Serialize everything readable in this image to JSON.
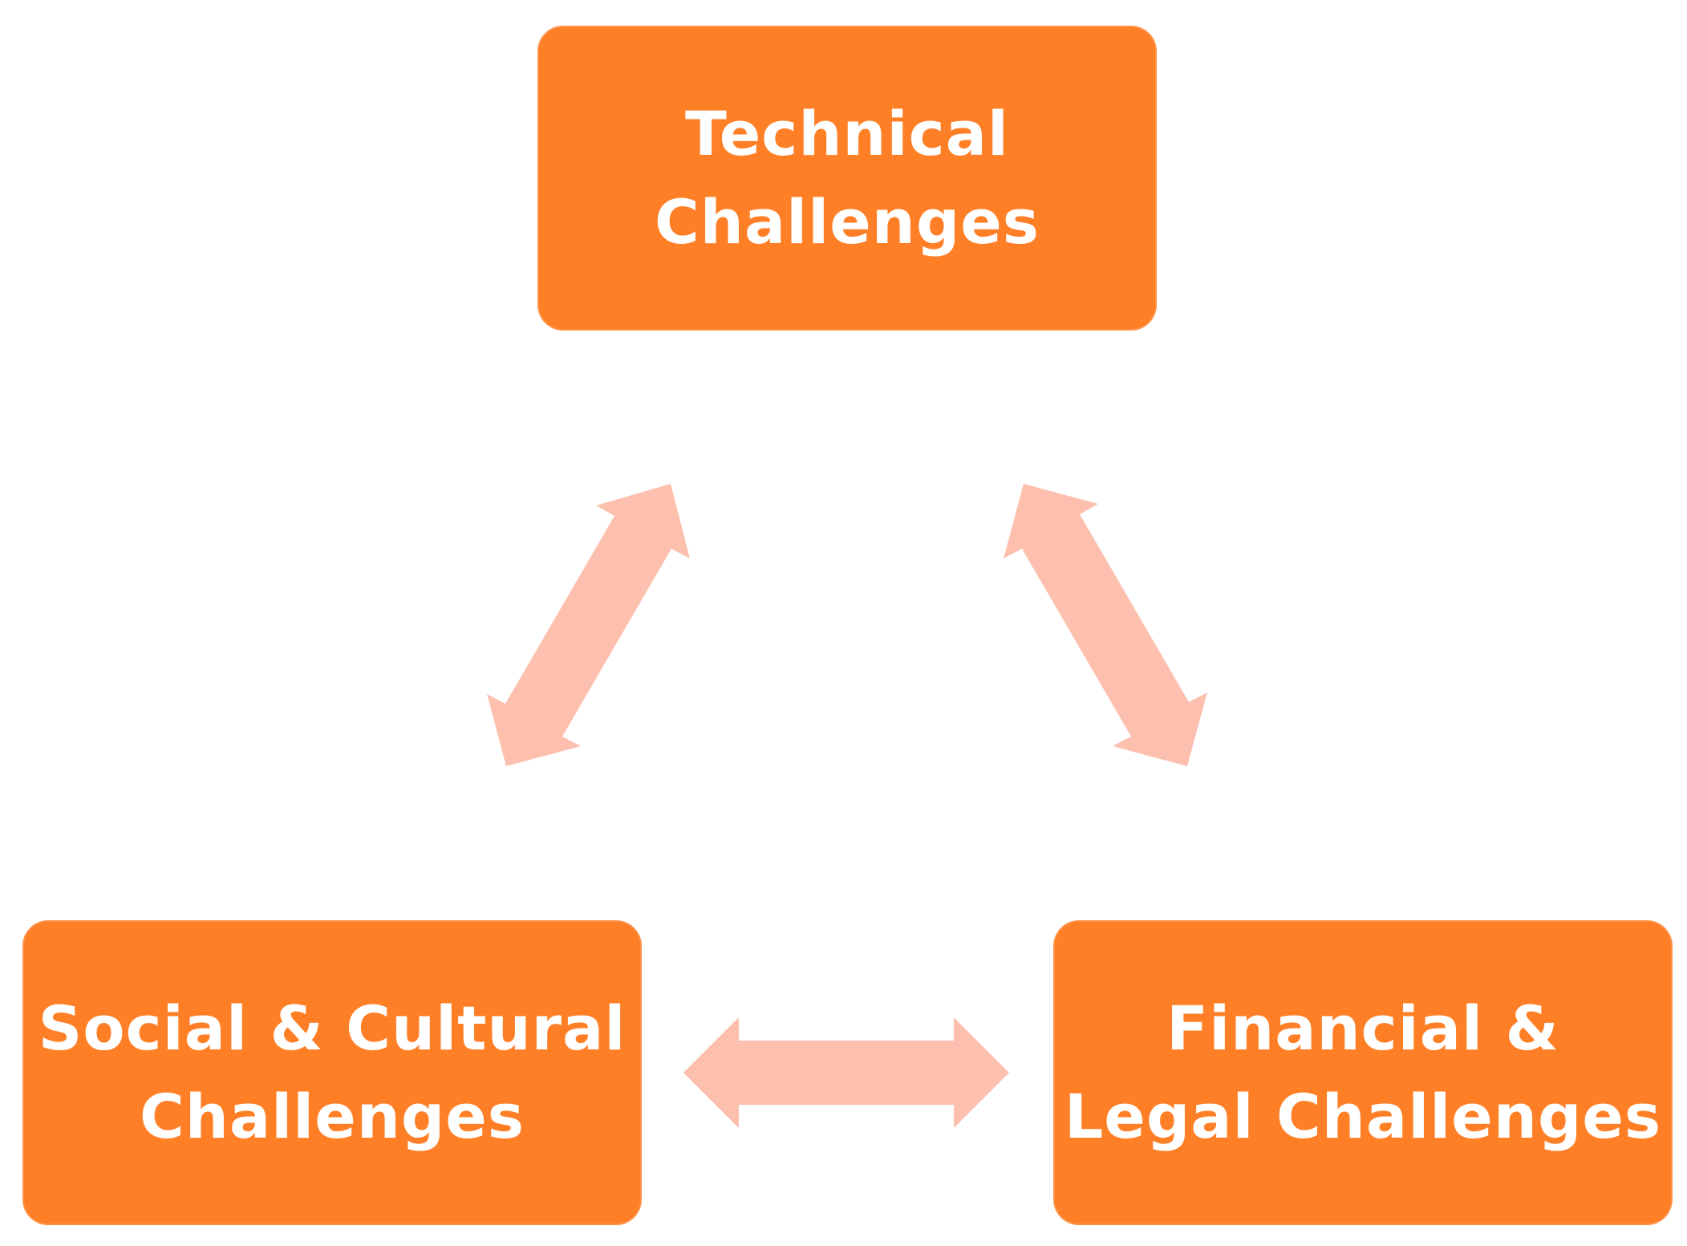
{
  "colors": {
    "box_fill": "#FF7F27",
    "box_text": "#FFFFFF",
    "arrow_fill": "#FDC0AE"
  },
  "nodes": {
    "technical": {
      "label": "Technical\nChallenges"
    },
    "social": {
      "label": "Social & Cultural\nChallenges"
    },
    "financial": {
      "label": "Financial &\nLegal Challenges"
    }
  },
  "edges": [
    {
      "from": "technical",
      "to": "social",
      "direction": "both"
    },
    {
      "from": "technical",
      "to": "financial",
      "direction": "both"
    },
    {
      "from": "social",
      "to": "financial",
      "direction": "both"
    }
  ]
}
